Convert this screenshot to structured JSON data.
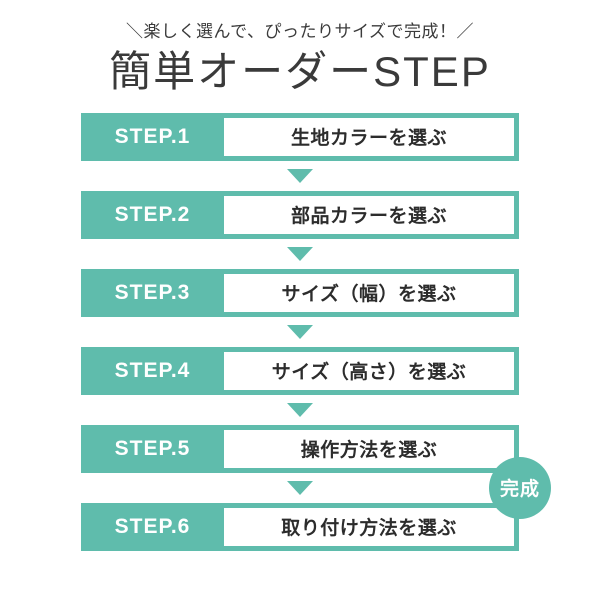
{
  "header": {
    "subtitle": "＼楽しく選んで、ぴったりサイズで完成！／",
    "title": "簡単オーダーSTEP"
  },
  "colors": {
    "accent": "#5FBCAC",
    "title_text": "#3a3a3a",
    "step_text": "#2c2c2c",
    "label_text": "#ffffff",
    "background": "#ffffff"
  },
  "icons": {
    "arrow": "triangle-down-icon",
    "badge": "completion-badge-icon"
  },
  "badge": {
    "label": "完成"
  },
  "steps": [
    {
      "label": "STEP.1",
      "text": "生地カラーを選ぶ"
    },
    {
      "label": "STEP.2",
      "text": "部品カラーを選ぶ"
    },
    {
      "label": "STEP.3",
      "text": "サイズ（幅）を選ぶ"
    },
    {
      "label": "STEP.4",
      "text": "サイズ（高さ）を選ぶ"
    },
    {
      "label": "STEP.5",
      "text": "操作方法を選ぶ"
    },
    {
      "label": "STEP.6",
      "text": "取り付け方法を選ぶ"
    }
  ]
}
